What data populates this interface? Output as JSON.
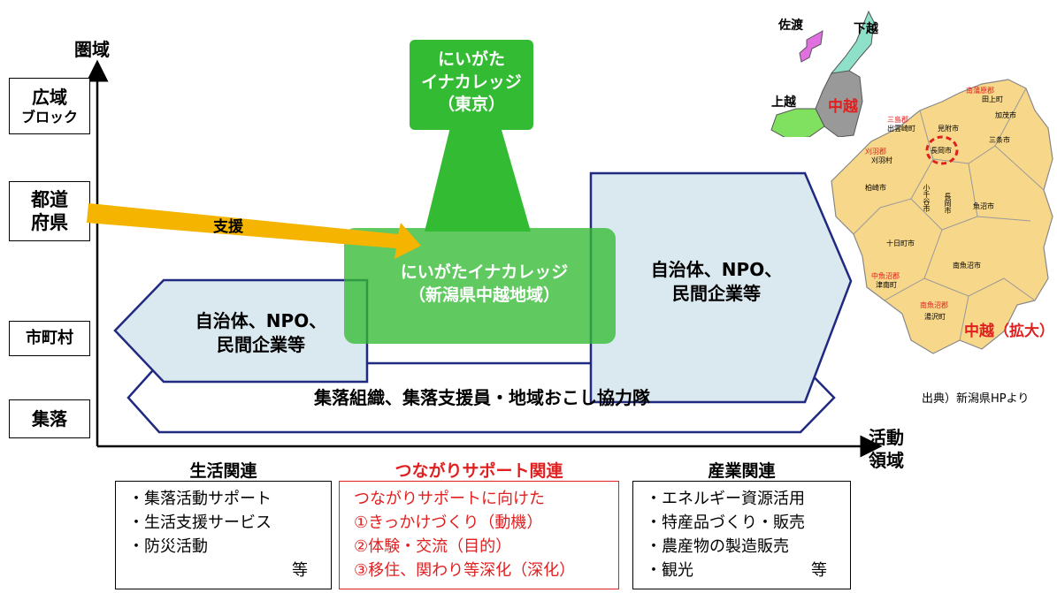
{
  "axis": {
    "y_title": "圏域",
    "x_title_line1": "活動",
    "x_title_line2": "領域"
  },
  "scopes": [
    {
      "id": "wide",
      "lines": [
        "広域",
        "ブロック"
      ]
    },
    {
      "id": "prefecture",
      "lines": [
        "都道",
        "府県"
      ]
    },
    {
      "id": "municipality",
      "lines": [
        "市町村"
      ]
    },
    {
      "id": "village",
      "lines": [
        "集落"
      ]
    }
  ],
  "support_arrow_label": "支援",
  "tokyo_box": {
    "lines": [
      "にいがた",
      "イナカレッジ",
      "（東京）"
    ]
  },
  "chuetsu_box": {
    "lines": [
      "にいがたイナカレッジ",
      "（新潟県中越地域）"
    ]
  },
  "left_org": {
    "lines": [
      "自治体、NPO、",
      "民間企業等"
    ]
  },
  "right_org": {
    "lines": [
      "自治体、NPO、",
      "民間企業等"
    ]
  },
  "village_band": "集落組織、集落支援員・地域おこし協力隊",
  "categories": [
    {
      "title": "生活関連",
      "items": [
        "・集落活動サポート",
        "・生活支援サービス",
        "・防災活動"
      ],
      "etc": "等"
    },
    {
      "title": "つながりサポート関連",
      "items": [
        "つながりサポートに向けた",
        "①きっかけづくり（動機）",
        "②体験・交流（目的）",
        "③移住、関わり等深化（深化）"
      ]
    },
    {
      "title": "産業関連",
      "items": [
        "・エネルギー資源活用",
        "・特産品づくり・販売",
        "・農産物の製造販売",
        "・観光"
      ],
      "etc": "等"
    }
  ],
  "map": {
    "region_sado": "佐渡",
    "region_kaetsu": "下越",
    "region_joetsu": "上越",
    "region_chuetsu": "中越",
    "enlarged_label": "中越（拡大）",
    "source": "出典）新潟県HPより",
    "towns": [
      "南蒲原郡",
      "田上町",
      "加茂市",
      "三条市",
      "三島郡",
      "出雲崎町",
      "見附市",
      "長岡市",
      "刈羽郡",
      "刈羽村",
      "柏崎市",
      "小千谷市",
      "長岡市",
      "魚沼市",
      "十日町市",
      "南魚沼市",
      "中魚沼郡",
      "津南町",
      "南魚沼郡",
      "湯沢町"
    ]
  },
  "colors": {
    "green": "#33bb33",
    "green_light": "#66cc66",
    "navy": "#1f2a80",
    "pale_blue": "#dae8ef",
    "arrow": "#f5b400",
    "red": "#e02020",
    "map_fill": "#f7d78a"
  }
}
